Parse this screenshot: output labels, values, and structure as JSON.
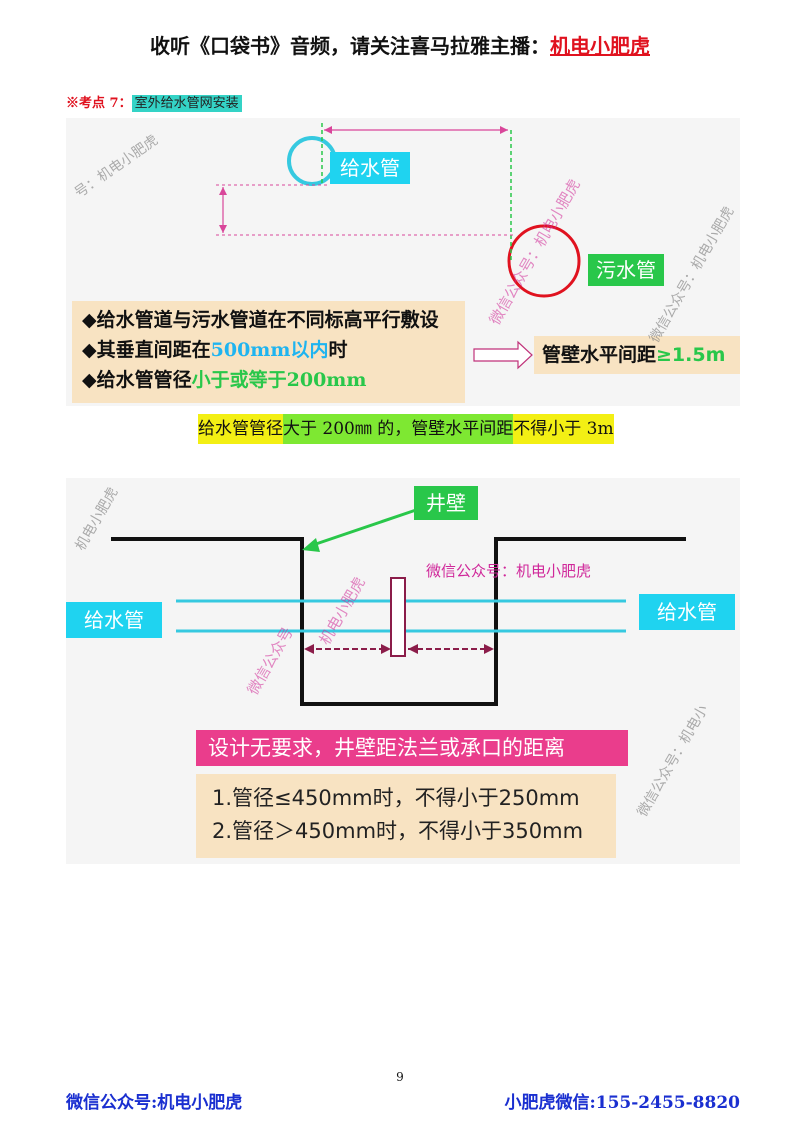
{
  "header": {
    "prefix": "收听《口袋书》音频，请关注喜马拉雅主播：",
    "host": "机电小肥虎"
  },
  "topic": {
    "tag": "※考点 7：",
    "title": "室外给水管网安装"
  },
  "figure1": {
    "water_pipe_label": "给水管",
    "sewage_pipe_label": "污水管",
    "conditions": [
      {
        "bullet": "◆",
        "text": "给水管道与污水管道在不同标高平行敷设"
      },
      {
        "bullet": "◆",
        "text": "其垂直间距在",
        "highlight": "500mm以内",
        "suffix": "时"
      },
      {
        "bullet": "◆",
        "text": "给水管管径",
        "highlight": "小于或等于200mm"
      }
    ],
    "result_text": "管壁水平间距",
    "result_value": "≥1.5m"
  },
  "highlight_line": {
    "part1": "给水管管径",
    "part2": "大于 200㎜ 的，管壁水平间距",
    "part3": "不得小于 3m"
  },
  "figure2": {
    "well_wall_label": "井壁",
    "left_pipe_label": "给水管",
    "right_pipe_label": "给水管",
    "title": "设计无要求，井壁距法兰或承口的距离",
    "rules": [
      "1.管径≤450mm时，不得小于250mm",
      "2.管径＞450mm时，不得小于350mm"
    ]
  },
  "watermarks": {
    "full": "微信公众号：机电小肥虎",
    "name": "机电小肥虎",
    "gzh": "微信公众号",
    "partial_top": "号：机电小肥虎",
    "partial_left": "机电小肥虎",
    "partial_right": "微信公众号：机电小"
  },
  "page_number": "9",
  "footer": {
    "left": "微信公众号:机电小肥虎",
    "right": "小肥虎微信:155-2455-8820"
  },
  "colors": {
    "accent_red": "#e0121f",
    "cyan": "#1fd3f0",
    "green": "#29c74a",
    "pink": "#ea3d8c",
    "beige": "#f8e3c2",
    "footer_blue": "#1a2fd0"
  }
}
